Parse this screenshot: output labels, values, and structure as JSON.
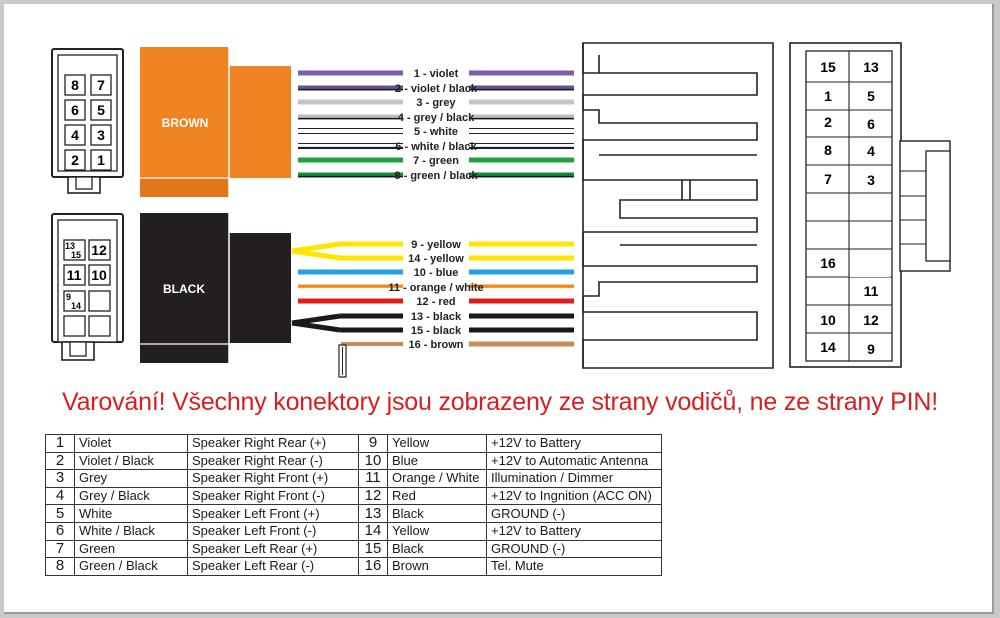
{
  "connectors": {
    "brown_label": "BROWN",
    "black_label": "BLACK",
    "brown_pins": [
      "8",
      "7",
      "6",
      "5",
      "4",
      "3",
      "2",
      "1"
    ],
    "black_pins": [
      "13",
      "15",
      "12",
      "11",
      "10",
      "9",
      "14"
    ],
    "iso_pins": [
      "15",
      "13",
      "1",
      "5",
      "2",
      "6",
      "8",
      "4",
      "7",
      "3",
      "16",
      "11",
      "10",
      "12",
      "14",
      "9"
    ]
  },
  "wires": [
    {
      "label": "1 - violet",
      "color": "#7d5fa8",
      "stripe": ""
    },
    {
      "label": "2 - violet / black",
      "color": "#6a4e96",
      "stripe": "#1a1a1a"
    },
    {
      "label": "3 - grey",
      "color": "#c4c4c4",
      "stripe": ""
    },
    {
      "label": "4 - grey / black",
      "color": "#bdbdbd",
      "stripe": "#1a1a1a"
    },
    {
      "label": "5 - white",
      "color": "#ffffff",
      "stripe": ""
    },
    {
      "label": "6 - white / black",
      "color": "#ffffff",
      "stripe": "#1a1a1a"
    },
    {
      "label": "7 - green",
      "color": "#20a33a",
      "stripe": ""
    },
    {
      "label": "8 - green / black",
      "color": "#168a36",
      "stripe": "#1a1a1a"
    },
    {
      "label": "9 - yellow",
      "color": "#ffe500",
      "stripe": ""
    },
    {
      "label": "14 - yellow",
      "color": "#ffe500",
      "stripe": ""
    },
    {
      "label": "10 - blue",
      "color": "#20a0e0",
      "stripe": ""
    },
    {
      "label": "11 - orange / white",
      "color": "#f28a1c",
      "stripe": "#ffffff"
    },
    {
      "label": "12 - red",
      "color": "#e01b1b",
      "stripe": ""
    },
    {
      "label": "13 - black",
      "color": "#1a1a1a",
      "stripe": ""
    },
    {
      "label": "15 - black",
      "color": "#1a1a1a",
      "stripe": ""
    },
    {
      "label": "16 - brown",
      "color": "#c98b55",
      "stripe": ""
    }
  ],
  "warning": "Varování! Všechny konektory jsou zobrazeny ze strany vodičů, ne ze strany PIN!",
  "table": [
    {
      "pin": "1",
      "color": "Violet",
      "function": "Speaker Right Rear (+)",
      "pin2": "9",
      "color2": "Yellow",
      "function2": "+12V to Battery"
    },
    {
      "pin": "2",
      "color": "Violet / Black",
      "function": "Speaker Right Rear (-)",
      "pin2": "10",
      "color2": "Blue",
      "function2": "+12V to Automatic Antenna"
    },
    {
      "pin": "3",
      "color": "Grey",
      "function": "Speaker Right Front (+)",
      "pin2": "11",
      "color2": "Orange / White",
      "function2": "Illumination / Dimmer"
    },
    {
      "pin": "4",
      "color": "Grey / Black",
      "function": "Speaker Right Front (-)",
      "pin2": "12",
      "color2": "Red",
      "function2": "+12V to Ingnition (ACC ON)"
    },
    {
      "pin": "5",
      "color": "White",
      "function": "Speaker Left Front (+)",
      "pin2": "13",
      "color2": "Black",
      "function2": "GROUND (-)"
    },
    {
      "pin": "6",
      "color": "White / Black",
      "function": "Speaker Left Front (-)",
      "pin2": "14",
      "color2": "Yellow",
      "function2": "+12V to Battery"
    },
    {
      "pin": "7",
      "color": "Green",
      "function": "Speaker Left Rear (+)",
      "pin2": "15",
      "color2": "Black",
      "function2": "GROUND (-)"
    },
    {
      "pin": "8",
      "color": "Green / Black",
      "function": "Speaker Left Rear (-)",
      "pin2": "16",
      "color2": "Brown",
      "function2": "Tel. Mute"
    }
  ]
}
